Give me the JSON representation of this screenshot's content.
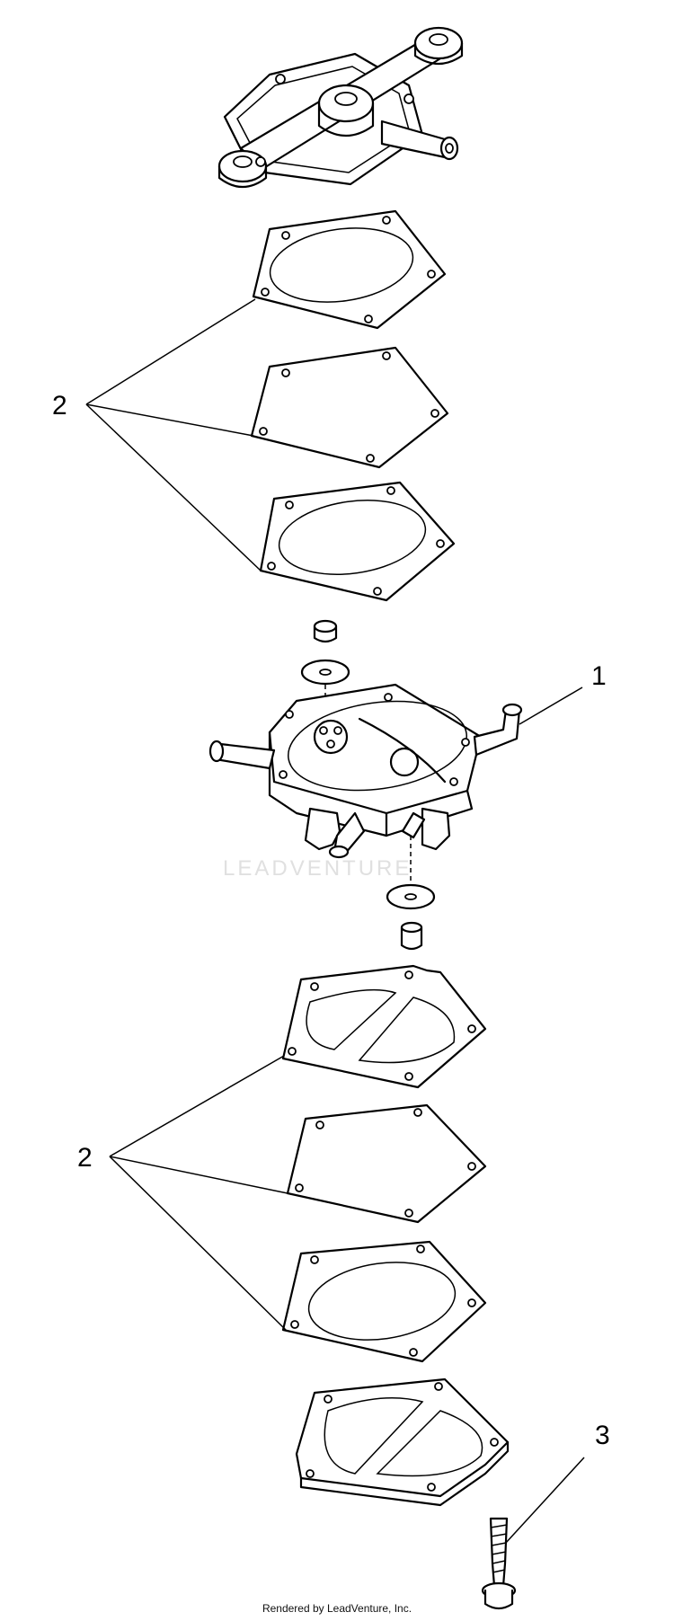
{
  "diagram": {
    "callouts": [
      {
        "id": "upper-gasket-set",
        "label": "2"
      },
      {
        "id": "fuel-pump-body",
        "label": "1"
      },
      {
        "id": "lower-gasket-set",
        "label": "2"
      },
      {
        "id": "screw",
        "label": "3"
      }
    ],
    "watermark": "LEADVENTURE",
    "footer": "Rendered by LeadVenture, Inc."
  }
}
